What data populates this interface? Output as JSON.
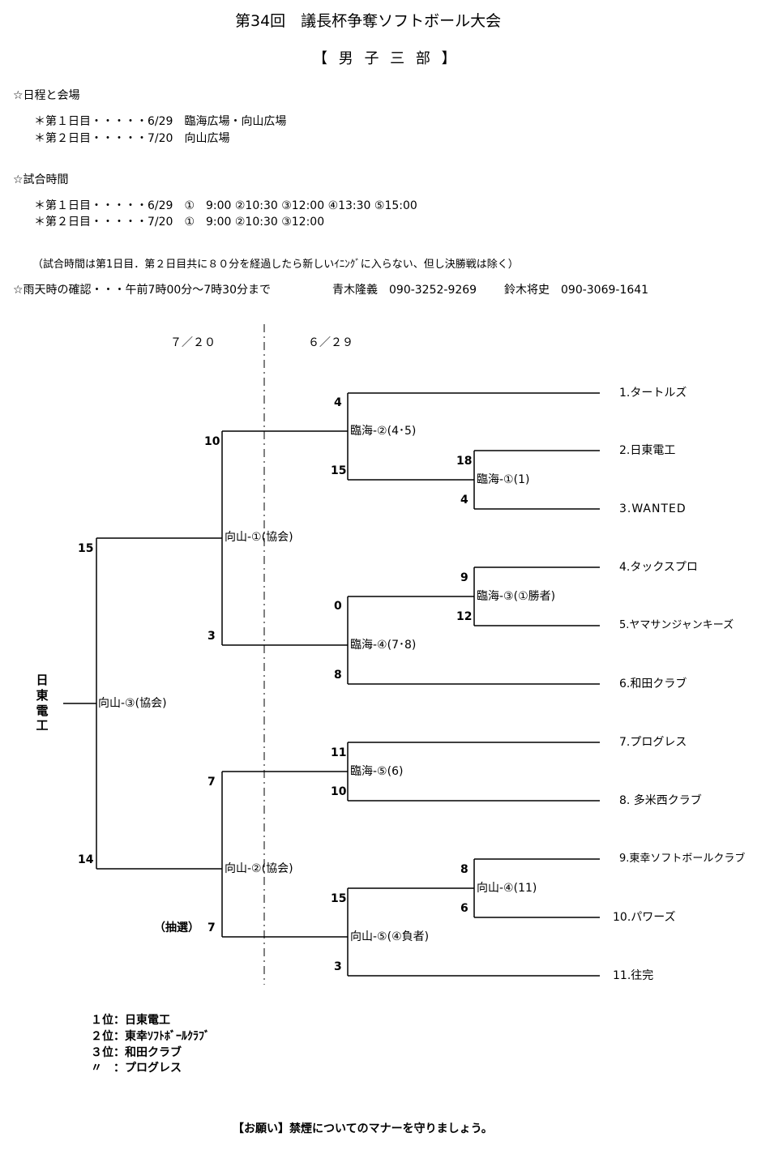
{
  "title": "第34回　議長杯争奪ソフトボール大会",
  "subtitle": "【 男 子 三 部 】",
  "schedule": {
    "heading": "☆日程と会場",
    "day1": "＊第１日目・・・・・6/29　臨海広場・向山広場",
    "day2": "＊第２日目・・・・・7/20　向山広場"
  },
  "times": {
    "heading": "☆試合時間",
    "day1": "＊第１日目・・・・・6/29　①　9:00 ②10:30 ③12:00 ④13:30 ⑤15:00",
    "day2": "＊第２日目・・・・・7/20　①　9:00 ②10:30 ③12:00",
    "note": "（試合時間は第1日目．第２日目共に８０分を経過したら新しいｲﾆﾝｸﾞに入らない、但し決勝戦は除く）"
  },
  "rain": {
    "text": "☆雨天時の確認・・・午前7時00分～7時30分まで",
    "contact1": "青木隆義　090-3252-9269",
    "contact2": "鈴木将史　090-3069-1641"
  },
  "dates": {
    "left": "７／２０",
    "right": "６／２９"
  },
  "teams": [
    "1.タートルズ",
    "2.日東電工",
    "3.WANTED",
    "4.タックスプロ",
    "5.ヤマサンジャンキーズ",
    "6.和田クラブ",
    "7.プログレス",
    "8. 多米西クラブ",
    "9.東幸ソフトボールクラブ",
    "10.パワーズ",
    "11.往完"
  ],
  "matches": {
    "m1": "臨海-①(1)",
    "m2": "臨海-②(4･5)",
    "m3": "臨海-③(①勝者)",
    "m4": "臨海-④(7･8)",
    "m5": "臨海-⑤(6)",
    "m6": "向山-④(11)",
    "m7": "向山-⑤(④負者)",
    "m8": "向山-①(協会)",
    "m9": "向山-②(協会)",
    "m10": "向山-③(協会)"
  },
  "scores": {
    "s1a": "18",
    "s1b": "4",
    "s2a": "4",
    "s2b": "15",
    "s3a": "9",
    "s3b": "12",
    "s4a": "0",
    "s4b": "8",
    "s5a": "11",
    "s5b": "10",
    "s6a": "8",
    "s6b": "6",
    "s7a": "15",
    "s7b": "3",
    "s8a": "10",
    "s8b": "3",
    "s9a": "7",
    "s9b": "7",
    "s10a": "15",
    "s10b": "14"
  },
  "lottery": "（抽選）",
  "champion": "日東電工",
  "results": {
    "first": "１位：日東電工",
    "second": "２位：東幸ｿﾌﾄﾎﾞｰﾙｸﾗﾌﾞ",
    "third": "３位：和田クラブ",
    "third2": "〃　：プログレス"
  },
  "footer": "【お願い】禁煙についてのマナーを守りましょう。"
}
